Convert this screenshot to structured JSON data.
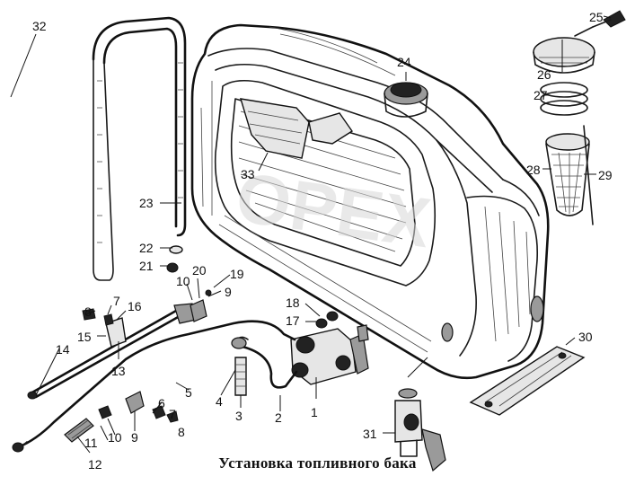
{
  "caption": "Установка топливного бака",
  "watermark": "OPEX",
  "callouts": {
    "n1": "1",
    "n2": "2",
    "n3": "3",
    "n4": "4",
    "n5": "5",
    "n6": "6",
    "n7a": "7",
    "n7b": "7",
    "n8a": "8",
    "n8b": "8",
    "n9a": "9",
    "n9b": "9",
    "n10a": "10",
    "n10b": "10",
    "n11": "11",
    "n12": "12",
    "n13": "13",
    "n14": "14",
    "n15": "15",
    "n16": "16",
    "n17": "17",
    "n18": "18",
    "n19": "19",
    "n20": "20",
    "n21": "21",
    "n22": "22",
    "n23": "23",
    "n24": "24",
    "n25": "25",
    "n26": "26",
    "n27": "27",
    "n28": "28",
    "n29": "29",
    "n30": "30",
    "n31": "31",
    "n32": "32",
    "n33": "33"
  }
}
